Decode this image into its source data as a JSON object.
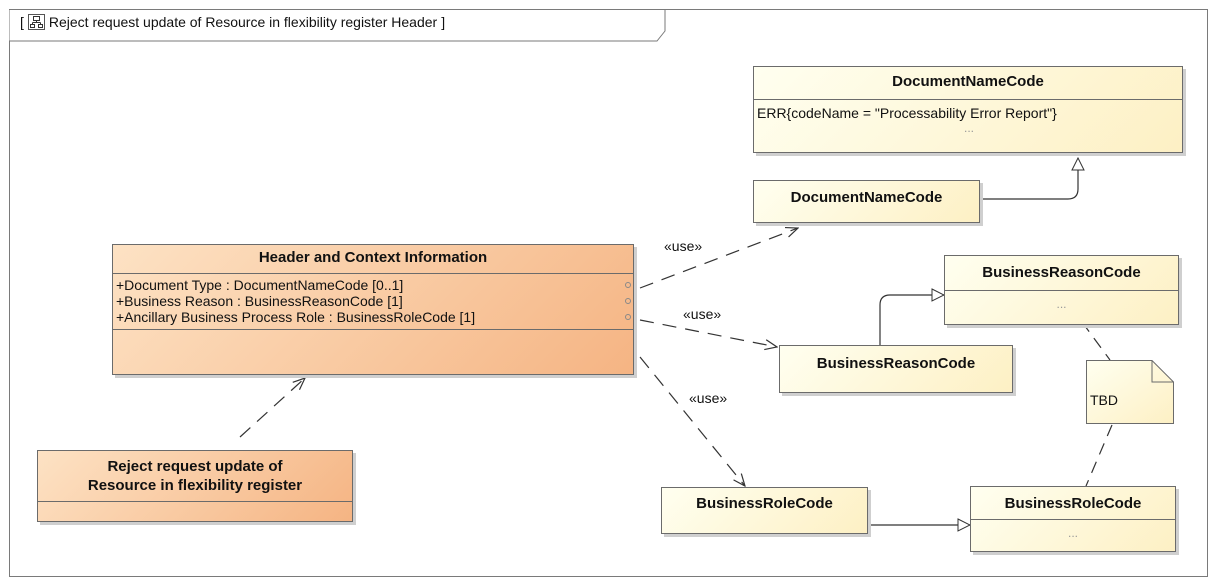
{
  "frame": {
    "title": "Reject request update of Resource in flexibility register Header",
    "bracket_open": "[",
    "bracket_close": "]",
    "icon": "class-diagram-icon"
  },
  "classes": {
    "header_context": {
      "name": "Header and Context Information",
      "attributes": [
        "+Document Type : DocumentNameCode [0..1]",
        "+Business Reason : BusinessReasonCode [1]",
        "+Ancillary Business Process Role : BusinessRoleCode [1]"
      ]
    },
    "reject_request": {
      "name_line1": "Reject request update of",
      "name_line2": "Resource in flexibility register"
    },
    "document_name_code_enum": {
      "name": "DocumentNameCode",
      "literal": "ERR{codeName = \"Processability Error Report\"}",
      "ellipsis": "..."
    },
    "document_name_code": {
      "name": "DocumentNameCode"
    },
    "business_reason_code_enum": {
      "name": "BusinessReasonCode",
      "ellipsis": "..."
    },
    "business_reason_code": {
      "name": "BusinessReasonCode"
    },
    "business_role_code": {
      "name": "BusinessRoleCode"
    },
    "business_role_code_enum": {
      "name": "BusinessRoleCode",
      "ellipsis": "..."
    }
  },
  "stereotypes": {
    "use_1": "«use»",
    "use_2": "«use»",
    "use_3": "«use»"
  },
  "note": {
    "text": "TBD"
  },
  "colors": {
    "class_yellow": "#fdf0c4",
    "class_orange": "#f5b483",
    "border": "#6b6b6b"
  }
}
